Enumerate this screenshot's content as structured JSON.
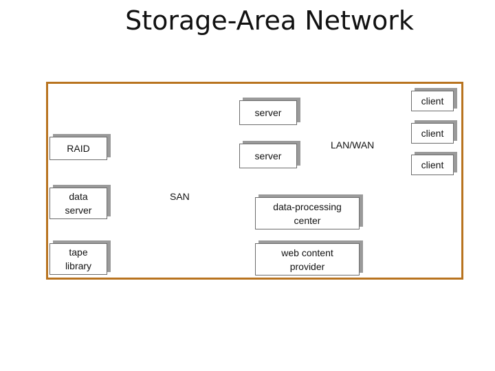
{
  "title": "Storage-Area Network",
  "nodes": {
    "raid": "RAID",
    "data_server": "data\nserver",
    "tape_library": "tape\nlibrary",
    "server_top": "server",
    "server_bottom": "server",
    "data_processing_center": "data-processing\ncenter",
    "web_content_provider": "web content\nprovider",
    "client_1": "client",
    "client_2": "client",
    "client_3": "client"
  },
  "clouds": {
    "san": "SAN",
    "lan_wan": "LAN/WAN"
  },
  "colors": {
    "frame_border": "#b8731f",
    "cloud_fill": "#e6e6e6",
    "box_shadow": "#9a9a9a"
  }
}
